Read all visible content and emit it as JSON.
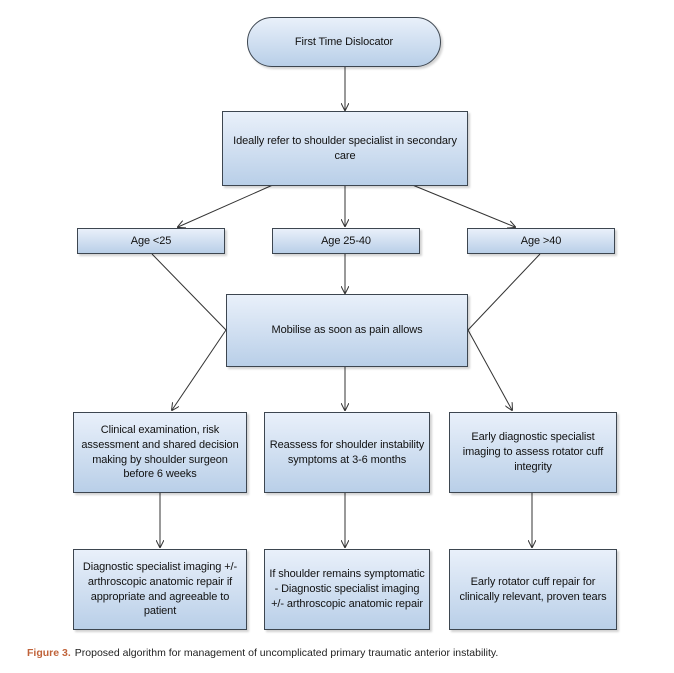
{
  "diagram": {
    "start": "First Time Dislocator",
    "refer": "Ideally refer to shoulder specialist in secondary care",
    "age_groups": {
      "under25": "Age <25",
      "mid": "Age 25-40",
      "over40": "Age >40"
    },
    "mobilise": "Mobilise as soon as pain allows",
    "second_row": {
      "left": "Clinical examination, risk assessment and shared decision making by shoulder surgeon before 6 weeks",
      "middle": "Reassess for shoulder instability symptoms at 3-6 months",
      "right": "Early diagnostic specialist imaging to assess rotator cuff integrity"
    },
    "third_row": {
      "left": "Diagnostic specialist imaging +/- arthroscopic anatomic repair if appropriate and agreeable to patient",
      "middle": "If shoulder remains symptomatic - Diagnostic specialist imaging +/- arthroscopic anatomic repair",
      "right": "Early rotator cuff repair for clinically relevant, proven tears"
    }
  },
  "caption": {
    "label": "Figure 3.",
    "text": "Proposed algorithm for management of uncomplicated primary traumatic anterior instability."
  },
  "colors": {
    "node_fill_top": "#e9f0fa",
    "node_fill_bottom": "#b9cfe8",
    "node_border": "#3d4650",
    "caption_label": "#c0633a"
  }
}
